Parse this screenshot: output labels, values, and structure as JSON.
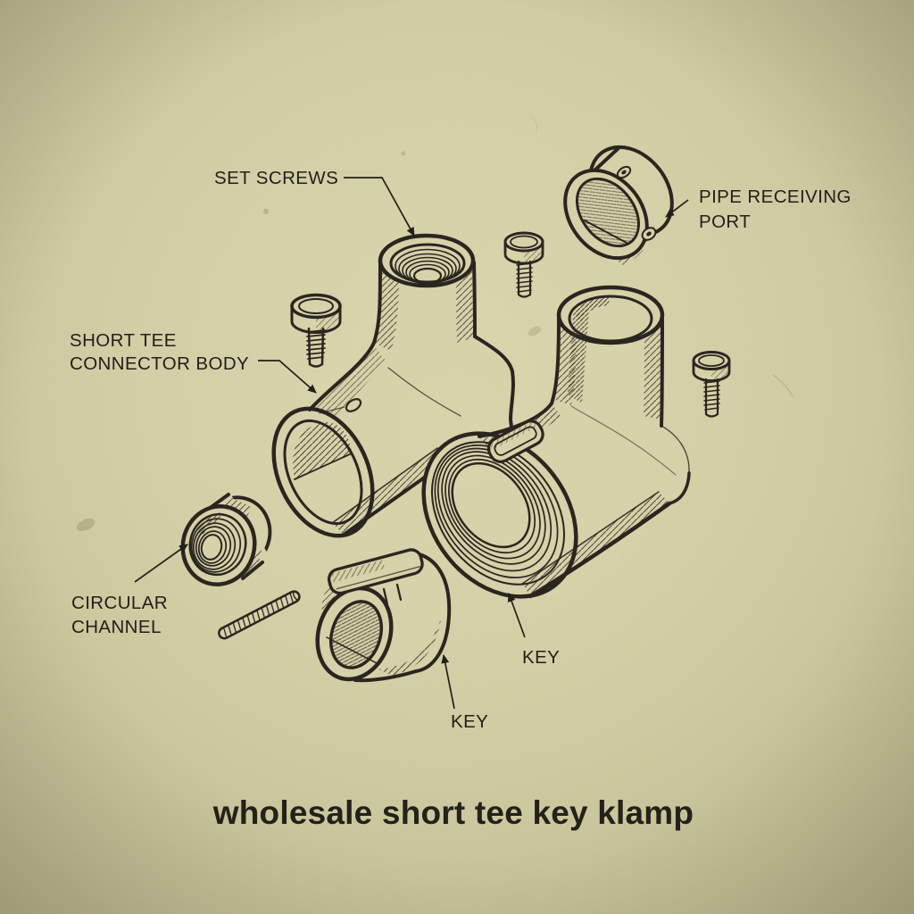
{
  "title": "wholesale short tee key klamp",
  "palette": {
    "paper_center": "#dcd8b0",
    "paper_edge": "#c2be93",
    "part_fill": "#d7d3aa",
    "ink": "#2a261f",
    "label_color": "#211f1a"
  },
  "labels": {
    "set_screws": "SET SCREWS",
    "pipe_receiving_port": [
      "PIPE RECEIVING",
      "PORT"
    ],
    "short_tee_connector_body": [
      "SHORT TEE",
      "CONNECTOR BODY"
    ],
    "circular_channel": [
      "CIRCULAR",
      "CHANNEL"
    ],
    "key_upper": "KEY",
    "key_lower": "KEY"
  }
}
